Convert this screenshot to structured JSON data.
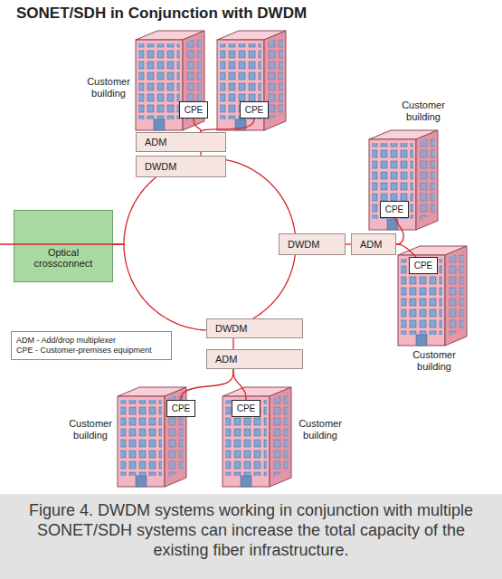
{
  "diagram": {
    "title": "SONET/SDH in Conjunction with DWDM",
    "caption": "Figure 4. DWDM systems working in conjunction with multiple SONET/SDH systems can increase the total capacity of the existing fiber infrastructure.",
    "nodes": [
      {
        "text": [
          "CPE"
        ]
      },
      {
        "text": [
          "CPE"
        ]
      },
      {
        "text": [
          "ADM"
        ]
      },
      {
        "text": [
          "DWDM"
        ]
      },
      {
        "text": [
          "CPE"
        ]
      },
      {
        "text": [
          "Optical crossconnect"
        ]
      },
      {
        "text": [
          "DWDM"
        ]
      },
      {
        "text": [
          "ADM"
        ]
      },
      {
        "text": [
          "CPE"
        ]
      },
      {
        "text": [
          "ADM - Add/drop multiplexer",
          "CPE - Customer-premises equipment"
        ]
      },
      {
        "text": [
          "DWDM"
        ]
      },
      {
        "text": [
          "ADM"
        ]
      },
      {
        "text": [
          "CPE"
        ]
      },
      {
        "text": [
          "CPE"
        ]
      }
    ],
    "edges": [
      {
        "from": 0,
        "to": 2,
        "arrow": "none"
      },
      {
        "from": 1,
        "to": 2,
        "arrow": "none"
      },
      {
        "from": 2,
        "to": 3,
        "arrow": "none"
      },
      {
        "from": 5,
        "to": 3,
        "arrow": "none"
      },
      {
        "from": 5,
        "to": 10,
        "arrow": "none"
      },
      {
        "from": 10,
        "to": 6,
        "arrow": "none"
      },
      {
        "from": 6,
        "to": 3,
        "arrow": "none"
      },
      {
        "from": 6,
        "to": 7,
        "arrow": "none"
      },
      {
        "from": 7,
        "to": 4,
        "arrow": "none"
      },
      {
        "from": 7,
        "to": 8,
        "arrow": "none"
      },
      {
        "from": 10,
        "to": 11,
        "arrow": "none"
      },
      {
        "from": 11,
        "to": 12,
        "arrow": "none"
      },
      {
        "from": 11,
        "to": 13,
        "arrow": "none"
      }
    ],
    "labels": [
      "Customer building",
      "Customer building",
      "Customer building",
      "Customer building",
      "Customer building"
    ]
  }
}
